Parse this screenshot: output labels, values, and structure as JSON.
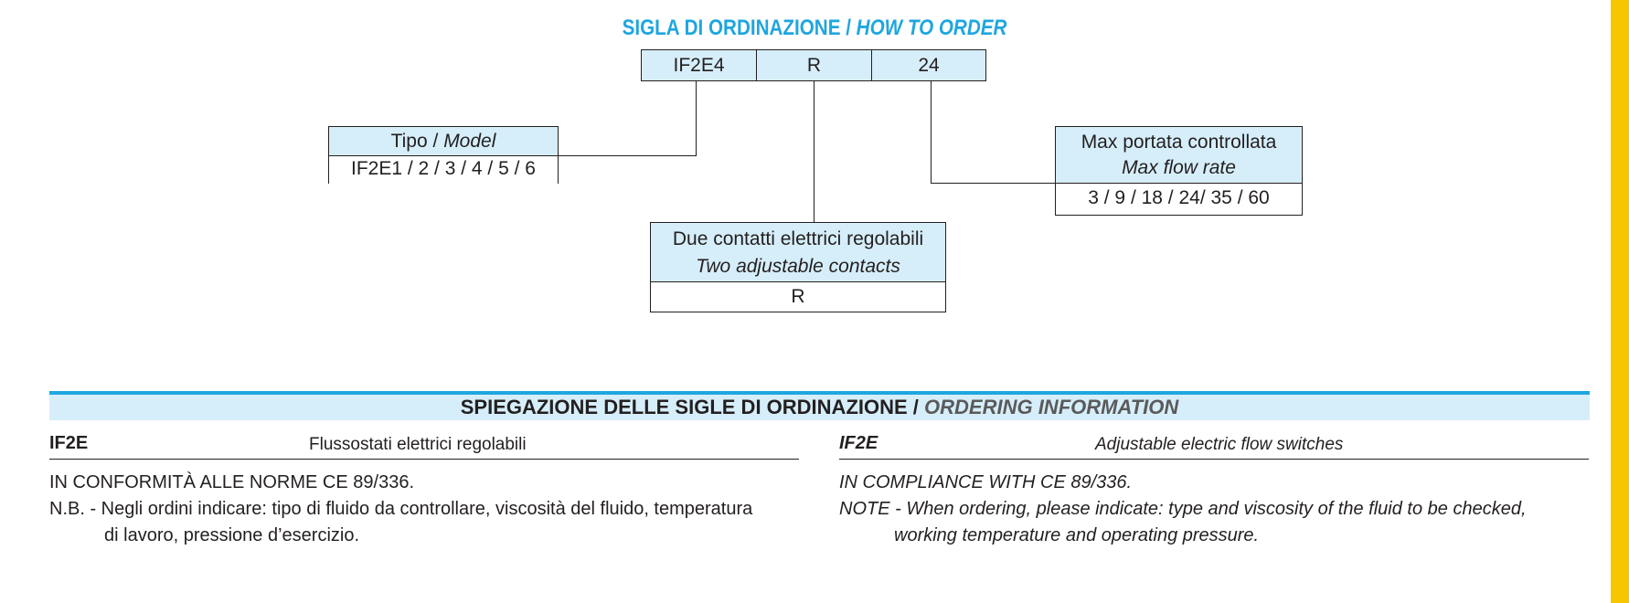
{
  "title": {
    "italian": "SIGLA DI ORDINAZIONE /",
    "english": "HOW TO ORDER"
  },
  "order_code": {
    "model": "IF2E4",
    "contacts": "R",
    "flow": "24"
  },
  "model_box": {
    "label_it": "Tipo /",
    "label_en": "Model",
    "values": "IF2E1 / 2 / 3 / 4 / 5 / 6"
  },
  "flow_box": {
    "label_it": "Max portata controllata",
    "label_en": "Max flow rate",
    "values": "3 / 9 / 18 / 24/ 35 / 60"
  },
  "contacts_box": {
    "label_it": "Due contatti elettrici regolabili",
    "label_en": "Two adjustable contacts",
    "values": "R"
  },
  "info": {
    "header_it": "SPIEGAZIONE DELLE SIGLE DI ORDINAZIONE /",
    "header_en": "ORDERING INFORMATION",
    "left": {
      "code": "IF2E",
      "desc": "Flussostati elettrici regolabili",
      "compliance": "IN CONFORMITÀ ALLE NORME CE 89/336.",
      "note_line1": "N.B. - Negli ordini indicare: tipo di fluido da controllare, viscosità del fluido, temperatura",
      "note_line2": "di lavoro, pressione d’esercizio."
    },
    "right": {
      "code": "IF2E",
      "desc": "Adjustable electric flow switches",
      "compliance": "IN COMPLIANCE WITH CE 89/336.",
      "note_line1": "NOTE - When ordering, please indicate: type and viscosity of the fluid to be checked,",
      "note_line2": "working temperature and operating pressure."
    }
  },
  "colors": {
    "accent": "#1ea6df",
    "box_fill": "#d6eefa",
    "side_bar": "#f7c600"
  }
}
